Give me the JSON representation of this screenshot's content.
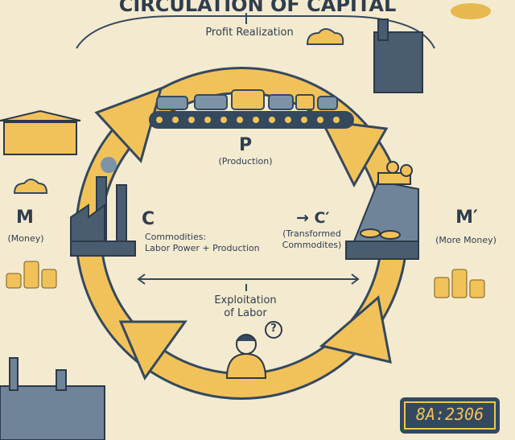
{
  "title": "CIRCULATION OF CAPITAL",
  "top_label": "Profit Realization",
  "production": {
    "letter": "P",
    "caption": "(Production)"
  },
  "money": {
    "letter": "M",
    "caption": "(Money)"
  },
  "commodities": {
    "letter": "C",
    "line1": "Commodities:",
    "line2": "Labor Power + Production"
  },
  "transformed": {
    "letter": "→ C′",
    "line1": "(Transformed",
    "line2": "Commodites)"
  },
  "more_money": {
    "letter": "M′",
    "caption": "(More Money)"
  },
  "exploitation": {
    "line1": "Exploitation",
    "line2": "of Labor"
  },
  "worker_bubble": "?",
  "clock_display": "8A:2306",
  "colors": {
    "background": "#f4ead0",
    "accent": "#f2c25a",
    "ink": "#34495e"
  }
}
